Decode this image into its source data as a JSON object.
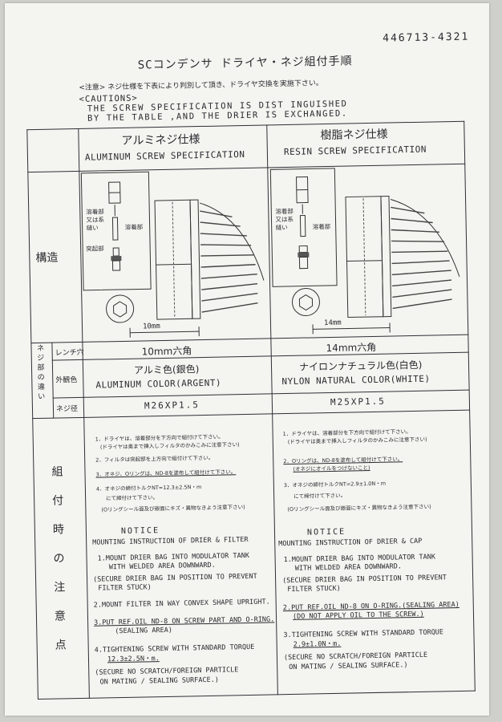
{
  "header": {
    "doc_number": "446713-4321",
    "title": "SCコンデンサ ドライヤ・ネジ組付手順",
    "jp_note": "<注意> ネジ仕様を下表により判別して頂き、ドライヤ交換を実施下さい。",
    "cautions_heading": "<CAUTIONS>",
    "cautions_line1": "THE SCREW SPECIFICATION IS DIST INGUISHED",
    "cautions_line2": "BY THE TABLE ,AND THE DRIER IS EXCHANGED."
  },
  "columns": {
    "aluminum": {
      "title_jp": "アルミネジ仕様",
      "title_en": "ALUMINUM SCREW SPECIFICATION"
    },
    "resin": {
      "title_jp": "樹脂ネジ仕様",
      "title_en": "RESIN SCREW SPECIFICATION"
    }
  },
  "rows": {
    "structure_label": "構造",
    "difference_label": "ネジ部の違い",
    "wrench_label": "レンチ穴",
    "color_label": "外観色",
    "diameter_label": "ネジ径",
    "assembly_label": "組付時の注意点"
  },
  "diagram": {
    "aluminum": {
      "weld_label": "溶着部又は系縫い",
      "weld_right": "溶着部",
      "protrusion": "突起部",
      "dimension": "10mm"
    },
    "resin": {
      "weld_label": "溶着部又は系縫い",
      "weld_right": "溶着部",
      "dimension": "14mm"
    }
  },
  "specs": {
    "aluminum": {
      "wrench": "10mm六角",
      "color_jp": "アルミ色(銀色)",
      "color_en": "ALUMINUM COLOR(ARGENT)",
      "diameter": "M26XP1.5"
    },
    "resin": {
      "wrench": "14mm六角",
      "color_jp": "ナイロンナチュラル色(白色)",
      "color_en": "NYLON NATURAL COLOR(WHITE)",
      "diameter": "M25XP1.5"
    }
  },
  "instructions": {
    "aluminum": {
      "jp1": "1．ドライヤは、溶着部分を下方向で組付けて下さい。",
      "jp1b": "(ドライヤは奥まで挿入しフィルタのかみこみに注意下さい)",
      "jp2": "2．フィルタは突起部を上方向で組付けて下さい。",
      "jp3": "3．オネジ、Oリングは、ND-8を塗布して組付けて下さい。",
      "jp4": "4．オネジの締付トルクNT=12.3±2.5N・m",
      "jp4b": "にて締付けて下さい。",
      "jp4c": "(Oリングシール面及び嵌面にキズ・異物なきよう注意下さい)",
      "notice": "NOTICE",
      "notice_title": "MOUNTING INSTRUCTION OF DRIER & FILTER",
      "en1": "1.MOUNT DRIER BAG INTO MODULATOR TANK",
      "en1b": "WITH WELDED AREA DOWNWARD.",
      "en1c": "(SECURE DRIER BAG IN POSITION TO PREVENT",
      "en1d": "FILTER STUCK)",
      "en2": "2.MOUNT FILTER IN WAY CONVEX SHAPE UPRIGHT.",
      "en3": "3.PUT REF.OIL ND-8 ON SCREW PART AND O-RING.",
      "en3b": "(SEALING AREA)",
      "en4": "4.TIGHTENING SCREW WITH STANDARD TORQUE",
      "en4b": "12.3±2.5N・m.",
      "en4c": "(SECURE NO SCRATCH/FOREIGN PARTICLE",
      "en4d": "ON MATING / SEALING SURFACE.)"
    },
    "resin": {
      "jp1": "1．ドライヤは、溶着部分を下方向で組付けて下さい。",
      "jp1b": "(ドライヤは奥まで挿入しフィルタのかみこみに注意下さい)",
      "jp2": "2．Oリングは、ND-8を塗布して組付けて下さい。",
      "jp2b": "(オネジにオイルをつけないこと)",
      "jp3": "3．オネジの締付トルクNT=2.9±1.0N・m",
      "jp3b": "にて締付けて下さい。",
      "jp3c": "(Oリングシール面及び嵌面にキズ・異物なきよう注意下さい)",
      "notice": "NOTICE",
      "notice_title": "MOUNTING INSTRUCTION OF DRIER & CAP",
      "en1": "1.MOUNT DRIER BAG INTO MODULATOR TANK",
      "en1b": "WITH WELDED AREA DOWNWARD.",
      "en1c": "(SECURE DRIER BAG IN POSITION TO PREVENT",
      "en1d": "FILTER STUCK)",
      "en2": "2.PUT REF.OIL ND-8 ON O-RING.(SEALING AREA)",
      "en2b": "(DO NOT APPLY OIL TO THE SCREW.)",
      "en3": "3.TIGHTENING SCREW WITH STANDARD TORQUE",
      "en3b": "2.9±1.0N・m.",
      "en3c": "(SECURE NO SCRATCH/FOREIGN PARTICLE",
      "en3d": "ON MATING / SEALING SURFACE.)"
    }
  }
}
